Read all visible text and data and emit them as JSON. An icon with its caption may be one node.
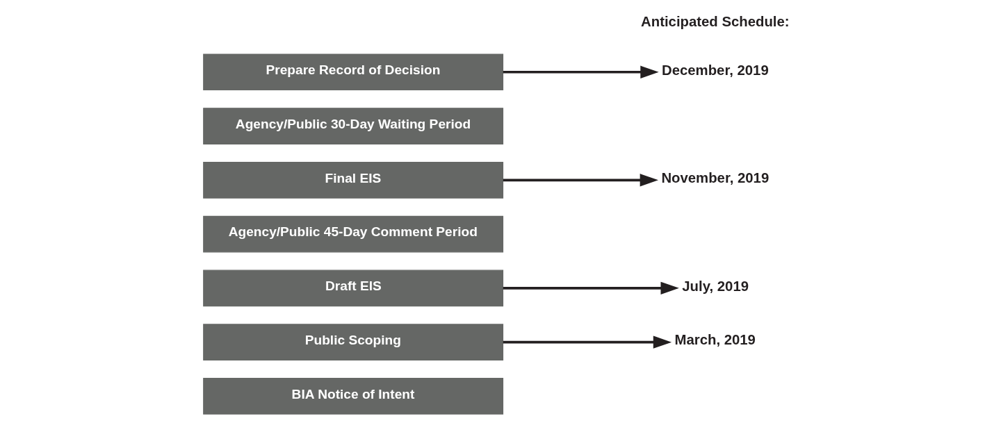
{
  "diagram": {
    "nodes": [
      {
        "text": [
          "BIA Notice of Intent"
        ]
      },
      {
        "text": [
          "Public Scoping"
        ]
      },
      {
        "text": [
          "Draft EIS"
        ]
      },
      {
        "text": [
          "Agency/Public 45-Day Comment Period"
        ]
      },
      {
        "text": [
          "Final EIS"
        ]
      },
      {
        "text": [
          "Agency/Public 30-Day Waiting Period"
        ]
      },
      {
        "text": [
          "Prepare Record of Decision"
        ]
      },
      {
        "text": [
          "March, 2019"
        ]
      },
      {
        "text": [
          "July, 2019"
        ]
      },
      {
        "text": [
          "November, 2019"
        ]
      },
      {
        "text": [
          "December, 2019"
        ]
      }
    ],
    "edges": [
      {
        "from": 1,
        "to": 7,
        "arrow": "to"
      },
      {
        "from": 2,
        "to": 8,
        "arrow": "to"
      },
      {
        "from": 4,
        "to": 9,
        "arrow": "to"
      },
      {
        "from": 6,
        "to": 10,
        "arrow": "to"
      }
    ],
    "labels": [
      "Anticipated Schedule:"
    ]
  }
}
